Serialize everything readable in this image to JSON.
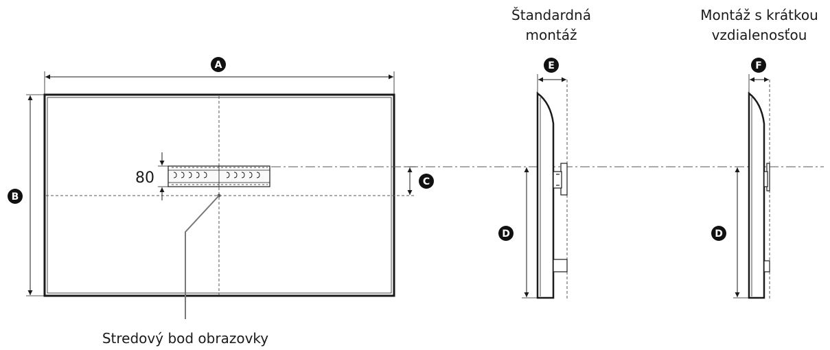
{
  "labels": {
    "standard_mount_line1": "Štandardná",
    "standard_mount_line2": "montáž",
    "short_mount_line1": "Montáž s krátkou",
    "short_mount_line2": "vzdialenosťou",
    "screen_center": "Stredový bod obrazovky",
    "bracket_dimension": "80"
  },
  "markers": {
    "a": "A",
    "b": "B",
    "c": "C",
    "d": "D",
    "e": "E",
    "f": "F"
  },
  "colors": {
    "line": "#1a1a1a",
    "badge": "#111111"
  }
}
